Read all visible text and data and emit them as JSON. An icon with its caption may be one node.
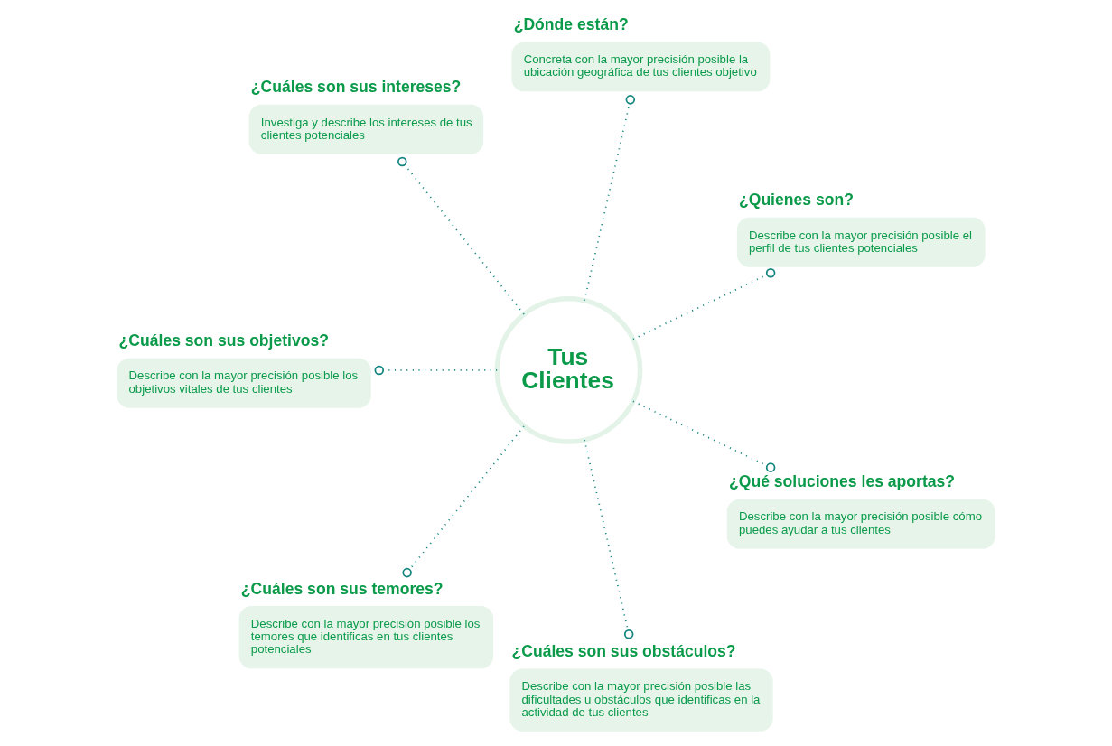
{
  "diagram": {
    "nodes": [
      {
        "text": [
          "Tus Clientes"
        ]
      },
      {
        "text": [
          "¿Quienes son?",
          "Describe con la mayor precisión posible el perfil de tus clientes potenciales"
        ]
      },
      {
        "text": [
          "¿Dónde están?",
          "Concreta con la mayor precisión posible la ubicación geográfica de tus clientes objetivo"
        ]
      },
      {
        "text": [
          "¿Cuáles son sus intereses?",
          "Investiga y describe los intereses de tus clientes potenciales"
        ]
      },
      {
        "text": [
          "¿Cuáles son sus objetivos?",
          "Describe con la mayor precisión posible los objetivos vitales de tus clientes"
        ]
      },
      {
        "text": [
          "¿Cuáles son sus temores?",
          "Describe con la mayor precisión posible los temores que identificas en tus clientes potenciales"
        ]
      },
      {
        "text": [
          "¿Cuáles son sus obstáculos?",
          "Describe con la mayor precisión posible las dificultades u obstáculos que identificas en la actividad de tus clientes"
        ]
      },
      {
        "text": [
          "¿Qué soluciones les aportas?",
          "Describe con la mayor precisión posible cómo puedes ayudar a tus clientes"
        ]
      }
    ],
    "edges": [
      {
        "from": 0,
        "to": 1,
        "arrow": "other",
        "style": "dashed"
      },
      {
        "from": 0,
        "to": 2,
        "arrow": "other",
        "style": "dashed"
      },
      {
        "from": 0,
        "to": 3,
        "arrow": "other",
        "style": "dashed"
      },
      {
        "from": 0,
        "to": 4,
        "arrow": "other",
        "style": "dashed"
      },
      {
        "from": 0,
        "to": 5,
        "arrow": "other",
        "style": "dashed"
      },
      {
        "from": 0,
        "to": 6,
        "arrow": "other",
        "style": "dashed"
      },
      {
        "from": 0,
        "to": 7,
        "arrow": "other",
        "style": "dashed"
      }
    ]
  }
}
